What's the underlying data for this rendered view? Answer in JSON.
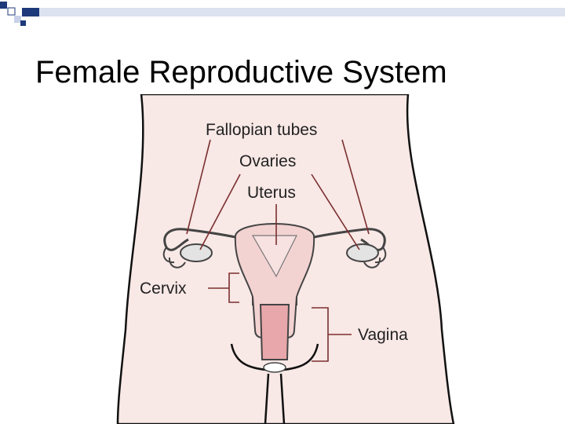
{
  "slide": {
    "title": "Female Reproductive System"
  },
  "diagram": {
    "labels": {
      "fallopian_tubes": "Fallopian tubes",
      "ovaries": "Ovaries",
      "uterus": "Uterus",
      "cervix": "Cervix",
      "vagina": "Vagina"
    }
  },
  "colors": {
    "accent": "#1f3a7a",
    "body_fill": "#f8e8e6",
    "outline": "#111111",
    "organ_fill": "#f3d2d2",
    "vagina_fill": "#e8a7aa",
    "leader_line": "#7a2f2f"
  }
}
